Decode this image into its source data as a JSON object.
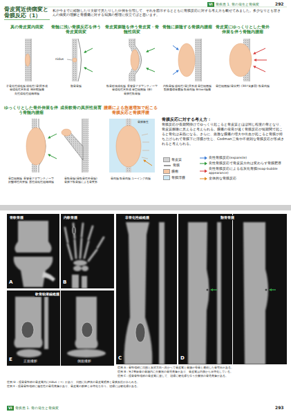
{
  "diagram": {
    "nodes": [
      {
        "text": [
          "骨皮質近傍病変と骨膜反応（1）"
        ]
      },
      {
        "text": [
          "真の骨皮質内病変",
          "非骨化性線維腫 線維性(骨)異形成 骨線維性異形成 神経鞘腫瘍 良性線維性組織球腫"
        ]
      },
      {
        "text": [
          "骨髄に浅い骨膜反応を伴う骨皮質病変",
          "類骨骨腫"
        ]
      },
      {
        "text": [
          "骨皮質膨隆を伴う骨皮質・骨髄性病変",
          "軟骨粘液線維腫 長管骨アダマンチノーマ 骨線維性異形成 骨巨細胞腫 (傍)骨膜性軟骨腫"
        ]
      },
      {
        "text": [
          "骨髄に膨隆する骨膜内腫瘤",
          "内軟骨腫 線維性(骨)異形成 骨巨細胞腫 動脈瘤様骨嚢腫 軟骨肉腫 Brown腫瘍"
        ]
      },
      {
        "text": [
          "骨皮質にゆっくりとした骨外伸展を伴う骨髄内腫瘤",
          "骨巨細胞腫(骨病変) (307頁参照) 軟骨肉腫"
        ]
      },
      {
        "text": [
          "ゆっくりとした骨外伸展を伴う骨髄内腫瘤",
          "骨巨細胞腫 長管骨アダマンチノーマ 好酸球性肉芽腫 悪性線維性組織球腫"
        ]
      },
      {
        "text": [
          "成長軟骨の異所性発育",
          "骨軟骨腫(骨軟骨性外骨腫) 骨膜下軟骨腫による骨変形"
        ]
      },
      {
        "text": [
          "腫瘍による急速増加で起こる骨膜反応と骨膜浮腫",
          "骨肉腫 軟骨肉腫 ユーイング肉腫"
        ]
      },
      {
        "text": [
          "骨膜反応に対する考え方：",
          "骨膜反応が長期間掛けてゆっくり起こると骨皮質とほぼ同じ程度の骨となり、骨皮質膨隆に見えると考えられる。腫瘍の発育が速く骨膜反応が短期間で起こると骨化は未熟になる。さらに、急激な腫瘍の増大や出血が起こると骨膜が持ち上げられて骨膜下に浮腫が生じ、Codman三角や不規則な骨膜反応が形成されると考えられる。"
        ]
      }
    ],
    "labels": [
      "VI",
      "骨疾患 1. 骨の発生と骨病変",
      "292",
      "私が今までに経験したり文献で見たりした症例を分類して、それを図示するとともに骨膜反応に対する考え方も載せてみました。多少なりとも皆さんの病変の理解と骨腫瘍に対する知識の整理に役立てばと思います。",
      "nidus",
      "骨膜新生",
      "骨軟骨腫",
      "A",
      "内軟骨腫",
      "B",
      "非骨化性線維腫",
      "C",
      "類骨骨腫",
      "D",
      "軟骨粘液線維腫",
      "E",
      "正面撮影",
      "側面撮影",
      "症例 A：骨幹端部に周囲と反対方向へ向かって骨皮質と骨髄が母骨と連続した骨突出がある。",
      "症例 B：第2基節骨の骨髄内に分葉状の骨透亮像があり、骨皮質は内側から菲薄化している。",
      "症例 C：脛骨骨幹端部の骨皮質に接して、辺縁に硬化縁を伴う分葉状の骨透亮像がある。",
      "症例 D：脛骨骨幹部の骨皮質内にnidus（→）があり、周囲に紡錘状の骨皮質肥厚と骨膜反応がみられる。",
      "症例 E：脛骨骨幹端部に偏在性の骨透亮像があり、骨皮質の膨隆と菲薄化を伴う。辺縁には硬化縁がある。",
      "VI",
      "骨疾患 1. 骨の発生と骨病変",
      "293"
    ],
    "legend": [
      {
        "text": "骨皮質",
        "color": "#d4d4d4"
      },
      {
        "text": "骨膜"
      },
      {
        "text": "腫瘤",
        "color": "#f4c7a4"
      },
      {
        "text": "骨膜浮腫",
        "color": "#cfe9f5"
      },
      {
        "text": "良性骨膜反応(expansile)"
      },
      {
        "text": "良性骨膜反応で骨皮質方向は変わらず骨膜肥厚"
      },
      {
        "text": "良性骨膜反応による石灰化骨膜(soap-bubble appearance)"
      },
      {
        "text": "全体的な骨膜反応"
      }
    ]
  }
}
